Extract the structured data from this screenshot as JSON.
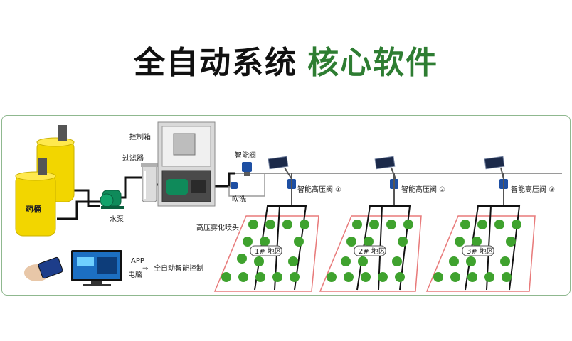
{
  "title": {
    "main": "全自动系统",
    "highlight": "核心软件"
  },
  "labels": {
    "control_box": "控制箱",
    "filter": "过滤器",
    "smart_valve": "智能阀",
    "blow_wash": "吹洗",
    "pump": "水泵",
    "tank": "药桶",
    "spray_head": "高压雾化喷头",
    "app": "APP",
    "computer": "电脑",
    "auto_control": "全自动智能控制",
    "arrow": "⇒"
  },
  "zones": [
    {
      "valve_label": "智能高压阀 ①",
      "zone_label": "1# 地区"
    },
    {
      "valve_label": "智能高压阀 ②",
      "zone_label": "2# 地区"
    },
    {
      "valve_label": "智能高压阀 ③",
      "zone_label": "3# 地区"
    }
  ],
  "colors": {
    "title_green": "#2e7d32",
    "pipe": "#111111",
    "tank": "#f2d600",
    "pump": "#0f8a5a",
    "panel_border": "#8fb88f",
    "zone_border": "#e87a7a"
  }
}
